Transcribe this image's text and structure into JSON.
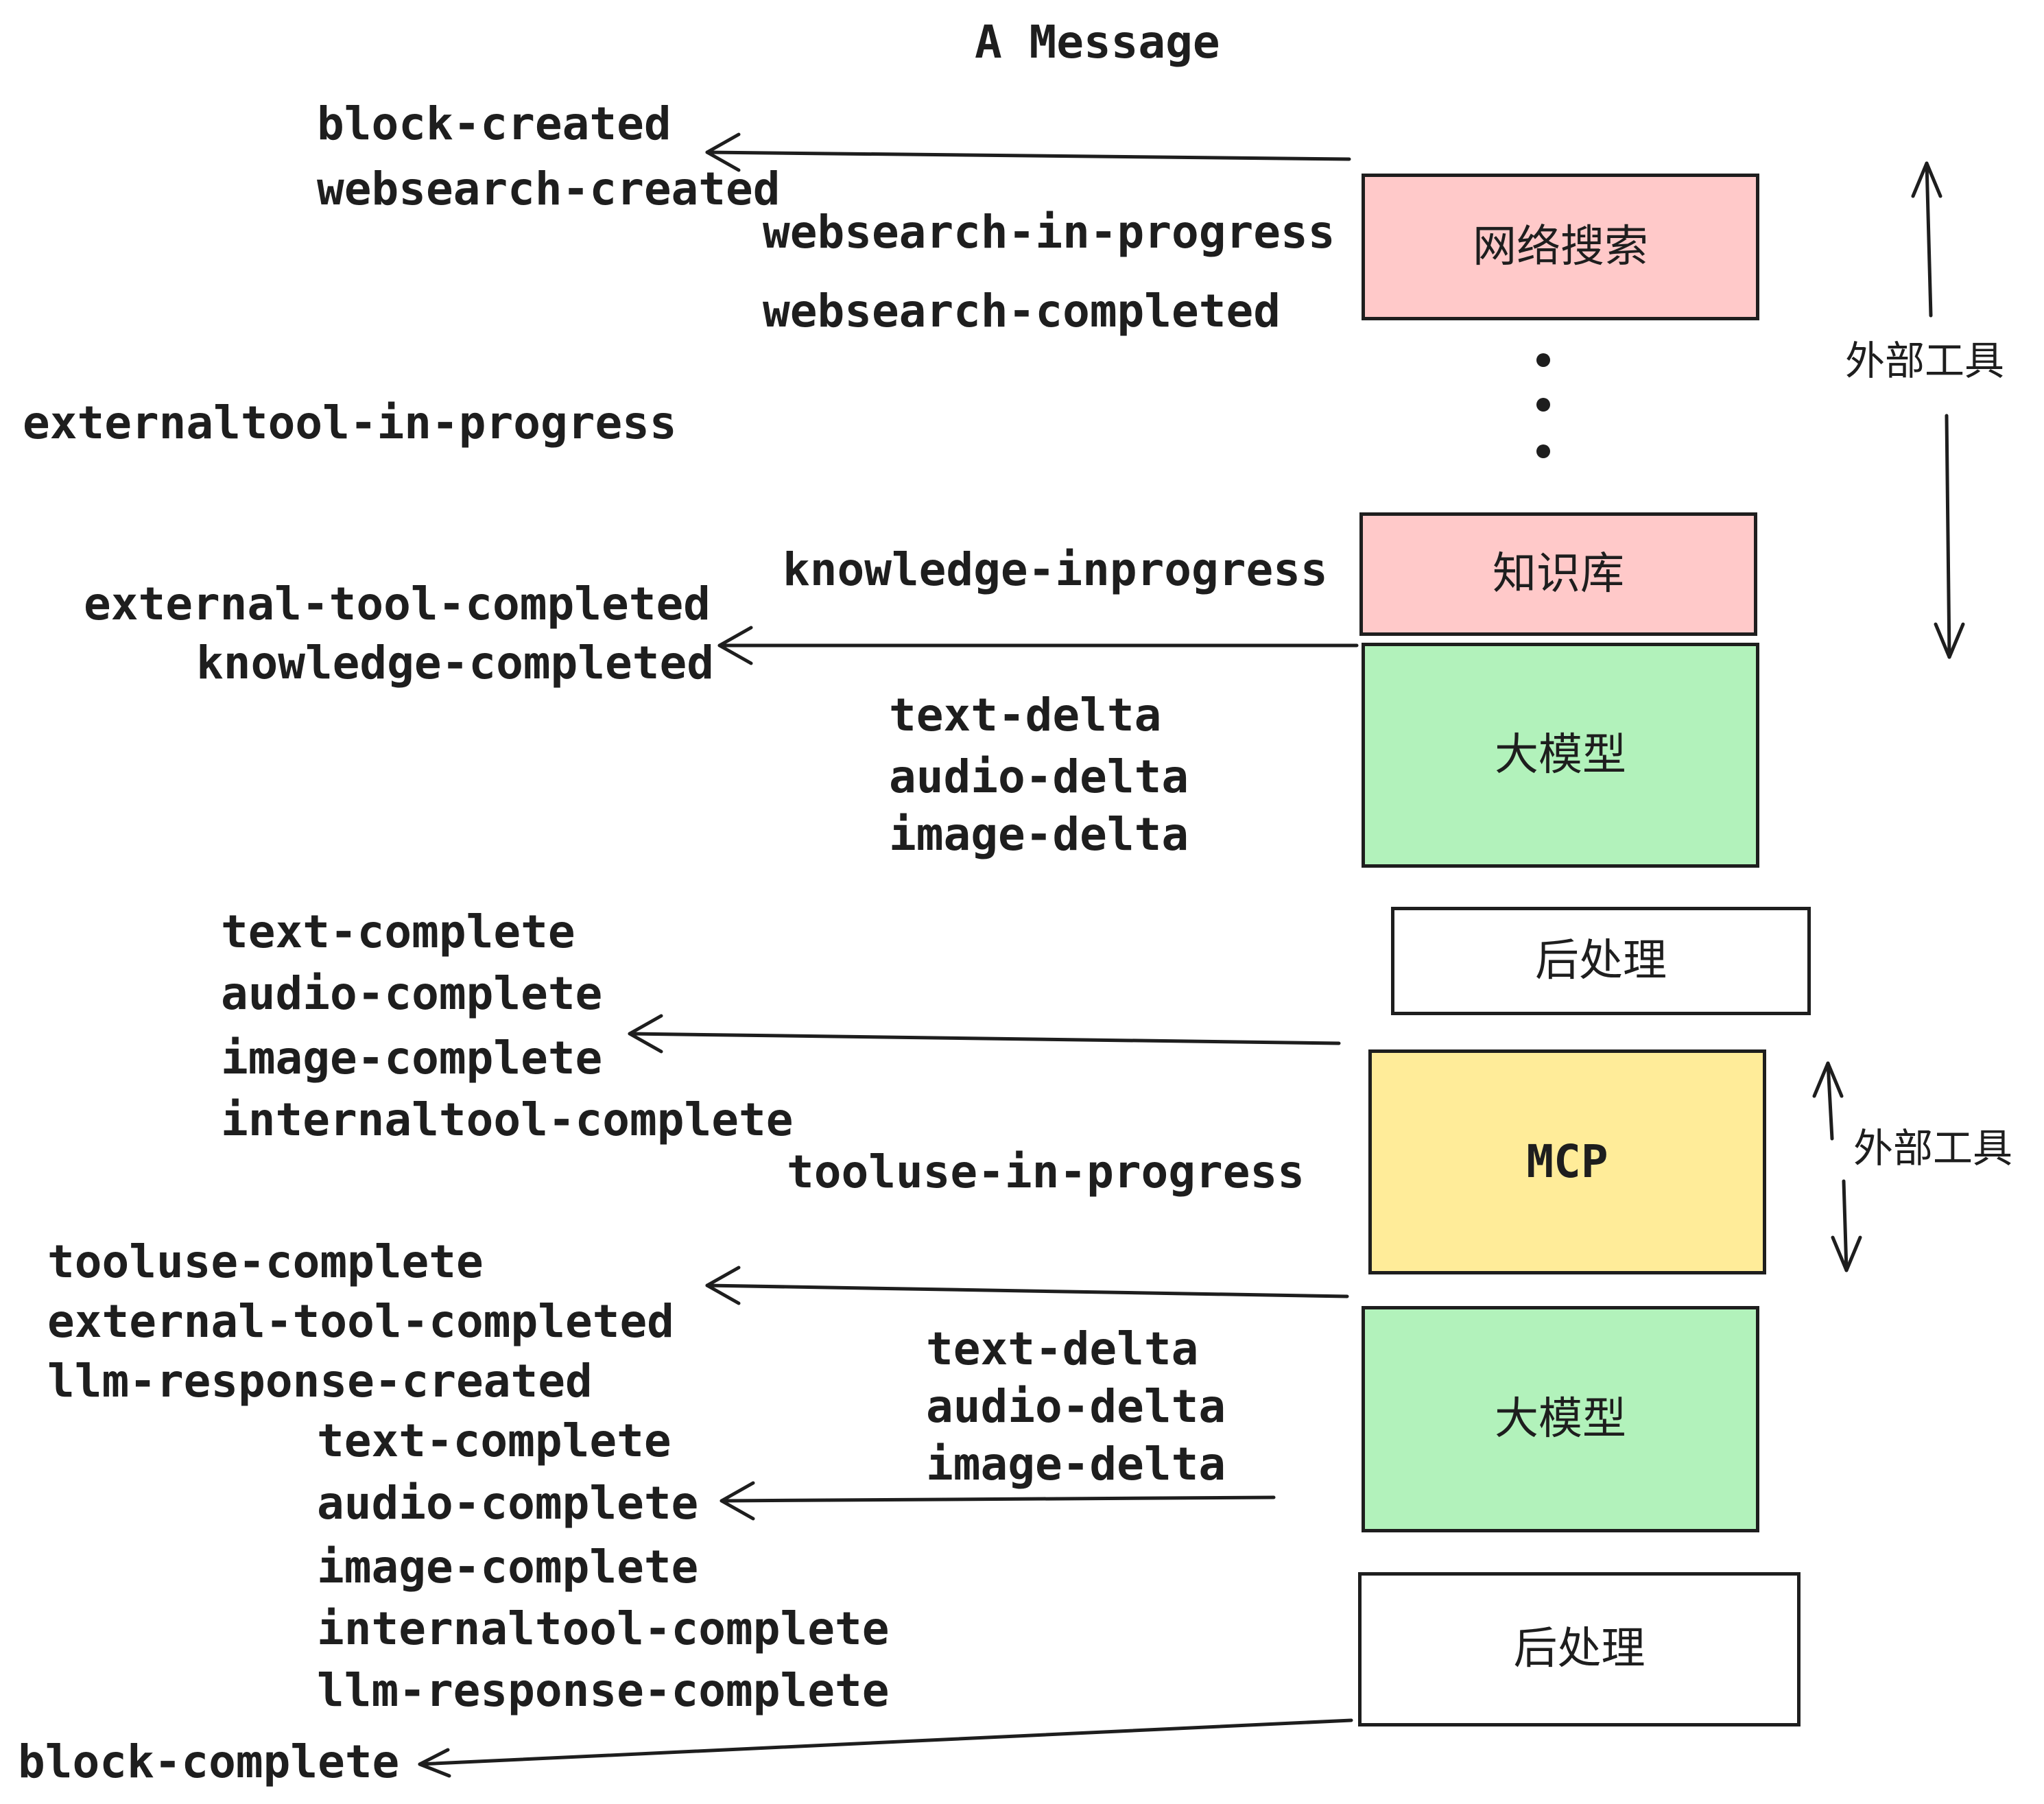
{
  "title": "A Message",
  "colors": {
    "ink": "#1e1e1e",
    "background": "#ffffff",
    "pink": "#ffc9c9",
    "green": "#b2f2bb",
    "yellow": "#ffec99",
    "white": "#ffffff"
  },
  "boxes": [
    {
      "id": "websearch",
      "label": "网络搜索",
      "color": "#ffc9c9"
    },
    {
      "id": "knowledge",
      "label": "知识库",
      "color": "#ffc9c9"
    },
    {
      "id": "llm-1",
      "label": "大模型",
      "color": "#b2f2bb"
    },
    {
      "id": "post-1",
      "label": "后处理",
      "color": "#ffffff"
    },
    {
      "id": "mcp",
      "label": "MCP",
      "color": "#ffec99"
    },
    {
      "id": "llm-2",
      "label": "大模型",
      "color": "#b2f2bb"
    },
    {
      "id": "post-2",
      "label": "后处理",
      "color": "#ffffff"
    }
  ],
  "side_labels": [
    {
      "label": "外部工具"
    },
    {
      "label": "外部工具"
    }
  ],
  "events": [
    {
      "label": "block-created"
    },
    {
      "label": "websearch-created"
    },
    {
      "label": "websearch-in-progress"
    },
    {
      "label": "websearch-completed"
    },
    {
      "label": "externaltool-in-progress"
    },
    {
      "label": "knowledge-inprogress"
    },
    {
      "label": "external-tool-completed"
    },
    {
      "label": "knowledge-completed"
    },
    {
      "label": "text-delta"
    },
    {
      "label": "audio-delta"
    },
    {
      "label": "image-delta"
    },
    {
      "label": "text-complete"
    },
    {
      "label": "audio-complete"
    },
    {
      "label": "image-complete"
    },
    {
      "label": "internaltool-complete"
    },
    {
      "label": "tooluse-in-progress"
    },
    {
      "label": "tooluse-complete"
    },
    {
      "label": "external-tool-completed"
    },
    {
      "label": "llm-response-created"
    },
    {
      "label": "text-delta"
    },
    {
      "label": "audio-delta"
    },
    {
      "label": "image-delta"
    },
    {
      "label": "text-complete"
    },
    {
      "label": "audio-complete"
    },
    {
      "label": "image-complete"
    },
    {
      "label": "internaltool-complete"
    },
    {
      "label": "llm-response-complete"
    },
    {
      "label": "block-complete"
    }
  ]
}
